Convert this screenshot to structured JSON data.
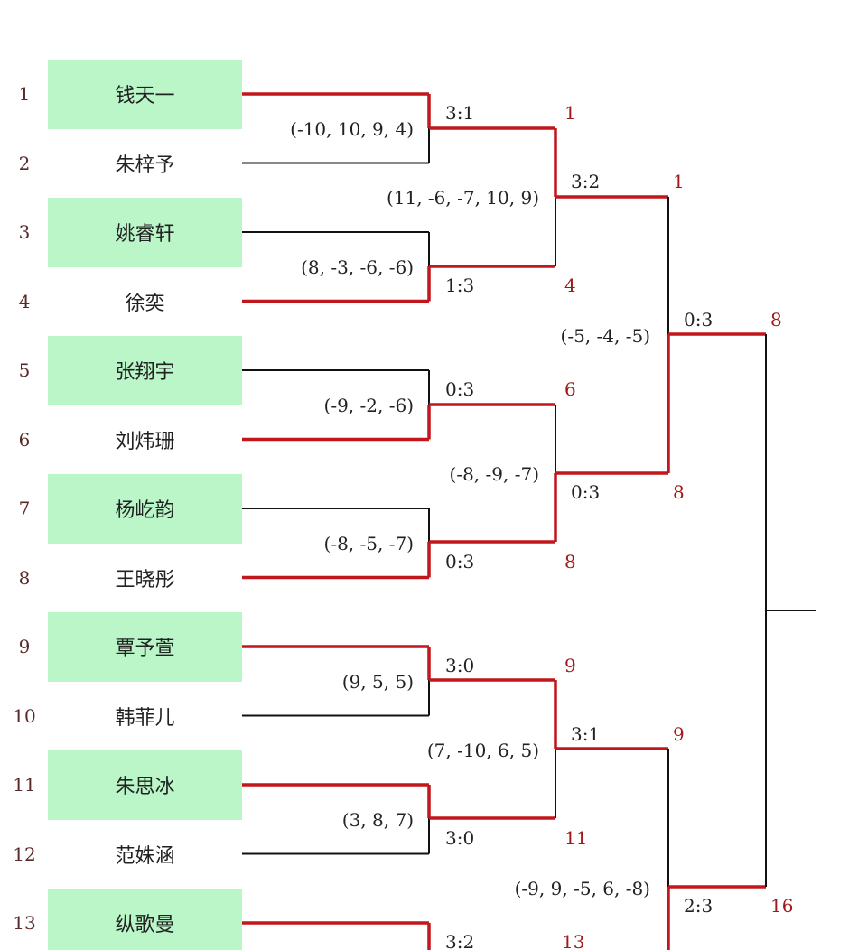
{
  "players": [
    {
      "seed": "1",
      "name": "钱天一"
    },
    {
      "seed": "2",
      "name": "朱梓予"
    },
    {
      "seed": "3",
      "name": "姚睿轩"
    },
    {
      "seed": "4",
      "name": "徐奕"
    },
    {
      "seed": "5",
      "name": "张翔宇"
    },
    {
      "seed": "6",
      "name": "刘炜珊"
    },
    {
      "seed": "7",
      "name": "杨屹韵"
    },
    {
      "seed": "8",
      "name": "王晓彤"
    },
    {
      "seed": "9",
      "name": "覃予萱"
    },
    {
      "seed": "10",
      "name": "韩菲儿"
    },
    {
      "seed": "11",
      "name": "朱思冰"
    },
    {
      "seed": "12",
      "name": "范姝涵"
    },
    {
      "seed": "13",
      "name": "纵歌曼"
    }
  ],
  "matches": [
    {
      "score": "3:1",
      "winner": "1",
      "games": "(-10, 10, 9, 4)"
    },
    {
      "score": "1:3",
      "winner": "4",
      "games": "(8, -3, -6, -6)"
    },
    {
      "score": "0:3",
      "winner": "6",
      "games": "(-9, -2, -6)"
    },
    {
      "score": "0:3",
      "winner": "8",
      "games": "(-8, -5, -7)"
    },
    {
      "score": "3:0",
      "winner": "9",
      "games": "(9, 5, 5)"
    },
    {
      "score": "3:0",
      "winner": "11",
      "games": "(3, 8, 7)"
    },
    {
      "score": "3:2",
      "winner": "13"
    },
    {
      "score": "3:2",
      "winner": "1",
      "games": "(11, -6, -7, 10, 9)"
    },
    {
      "score": "0:3",
      "winner": "8",
      "games": "(-8, -9, -7)"
    },
    {
      "score": "3:1",
      "winner": "9",
      "games": "(7, -10, 6, 5)"
    },
    {
      "score": "0:3",
      "winner": "8",
      "games": "(-5, -4, -5)"
    },
    {
      "score": "2:3",
      "winner": "16",
      "games": "(-9, 9, -5, 6, -8)"
    }
  ],
  "colors": {
    "win": "#c0161c",
    "line": "#111111",
    "box": "#baf6c8"
  }
}
